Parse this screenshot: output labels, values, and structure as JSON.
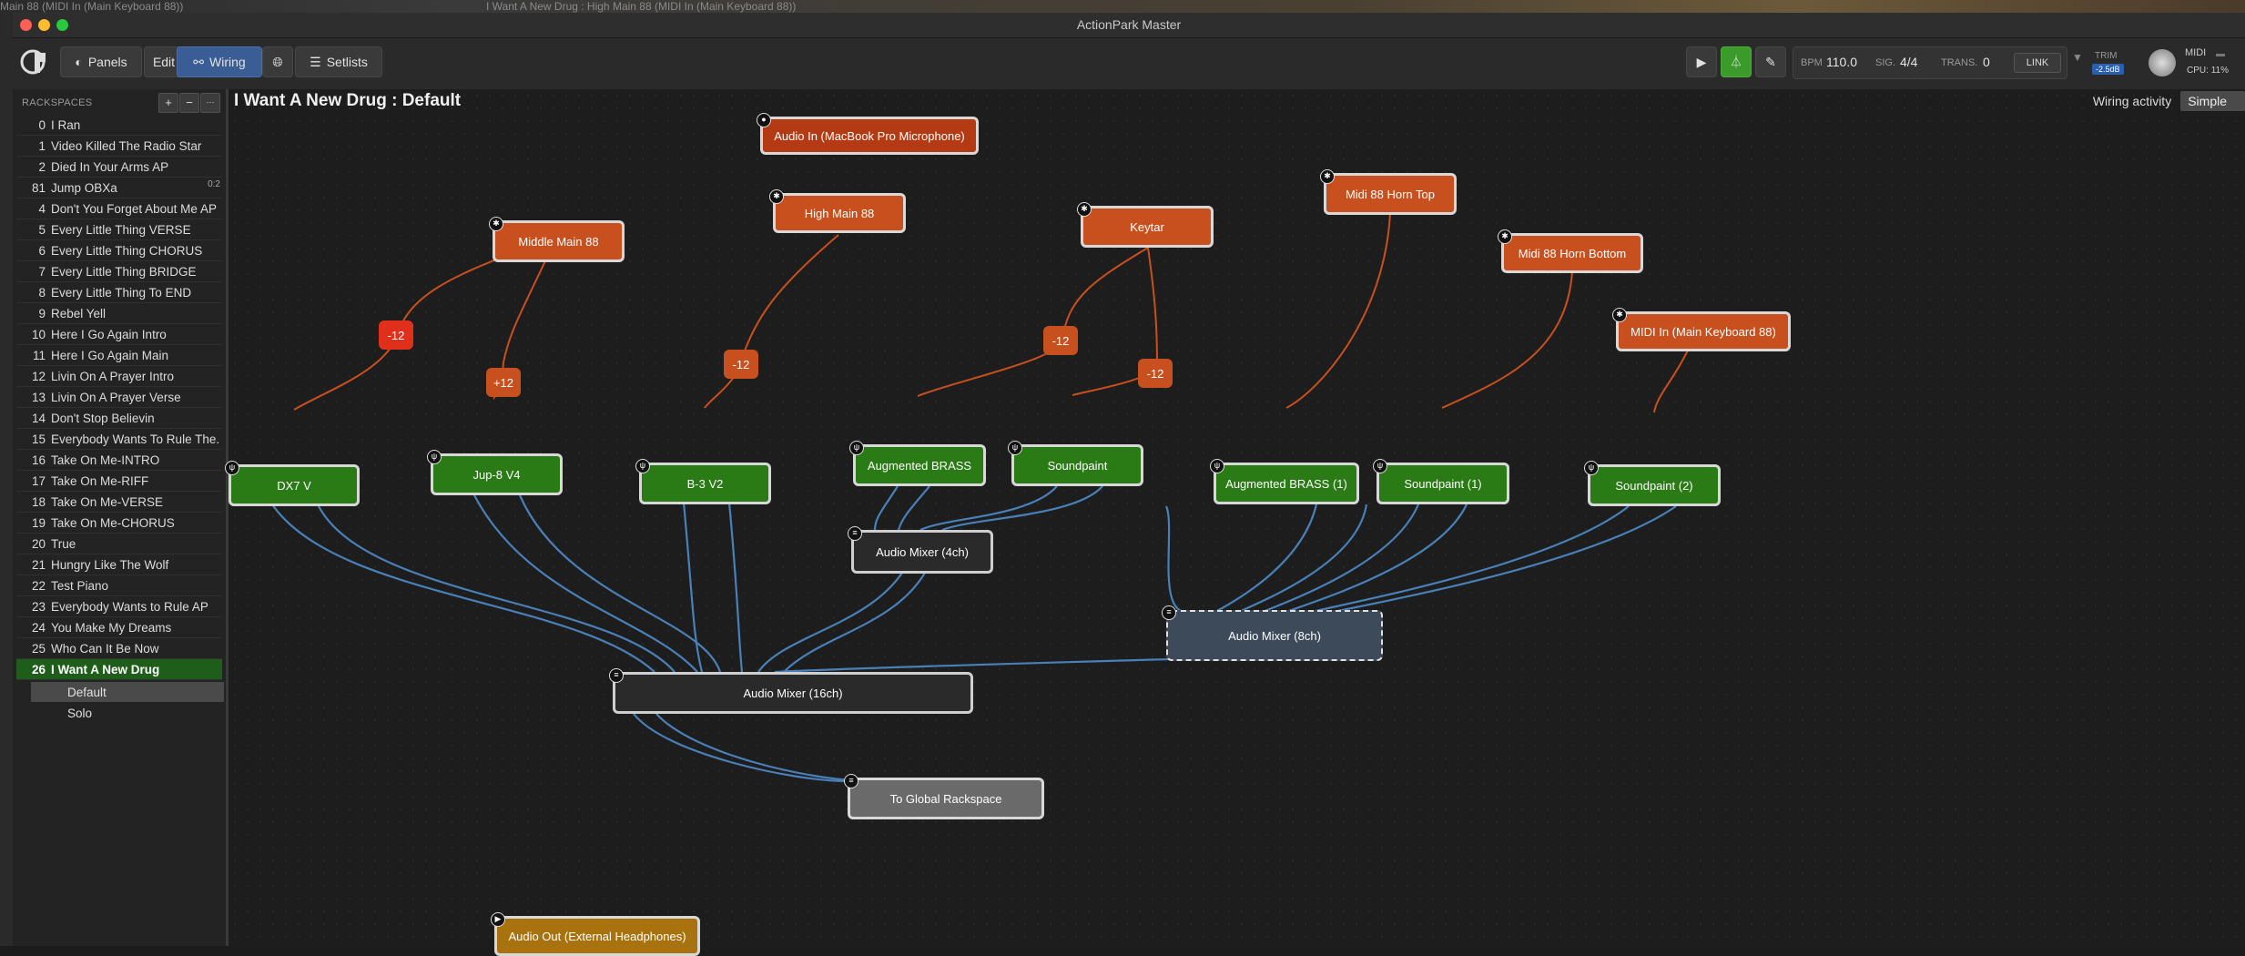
{
  "background_window": {
    "text1": "Main 88 (MIDI In (Main Keyboard 88))",
    "text2": "I Want A New Drug : High Main 88 (MIDI In (Main Keyboard 88))"
  },
  "window": {
    "title": "ActionPark Master"
  },
  "toolbar": {
    "panels": "Panels",
    "edit": "Edit",
    "wiring": "Wiring",
    "setlists": "Setlists",
    "bpm_label": "BPM",
    "bpm": "110.0",
    "sig_label": "SIG.",
    "sig": "4/4",
    "trans_label": "TRANS.",
    "trans": "0",
    "link": "LINK",
    "trim_label": "TRIM",
    "trim_value": "-2.5dB",
    "midi_label": "MIDI",
    "cpu_label": "CPU:",
    "cpu_value": "11%"
  },
  "sidebar": {
    "title": "RACKSPACES",
    "add": "+",
    "remove": "−",
    "more": "···",
    "rackspaces": [
      {
        "num": "0",
        "name": "I Ran"
      },
      {
        "num": "1",
        "name": "Video Killed The Radio Star"
      },
      {
        "num": "2",
        "name": "Died In Your Arms AP"
      },
      {
        "num": "81",
        "name": "Jump OBXa",
        "tag": "0:2"
      },
      {
        "num": "4",
        "name": "Don't You Forget About Me AP"
      },
      {
        "num": "5",
        "name": "Every Little Thing VERSE"
      },
      {
        "num": "6",
        "name": "Every Little Thing  CHORUS"
      },
      {
        "num": "7",
        "name": "Every Little Thing BRIDGE"
      },
      {
        "num": "8",
        "name": "Every Little Thing  To END"
      },
      {
        "num": "9",
        "name": "Rebel Yell"
      },
      {
        "num": "10",
        "name": "Here I Go Again Intro"
      },
      {
        "num": "11",
        "name": "Here I Go Again Main"
      },
      {
        "num": "12",
        "name": "Livin On A Prayer Intro"
      },
      {
        "num": "13",
        "name": "Livin On A Prayer Verse"
      },
      {
        "num": "14",
        "name": "Don't Stop Believin"
      },
      {
        "num": "15",
        "name": "Everybody Wants To Rule The..."
      },
      {
        "num": "16",
        "name": "Take On Me-INTRO"
      },
      {
        "num": "17",
        "name": "Take On Me-RIFF"
      },
      {
        "num": "18",
        "name": "Take On Me-VERSE"
      },
      {
        "num": "19",
        "name": "Take On Me-CHORUS"
      },
      {
        "num": "20",
        "name": "True"
      },
      {
        "num": "21",
        "name": "Hungry Like The Wolf"
      },
      {
        "num": "22",
        "name": "Test Piano"
      },
      {
        "num": "23",
        "name": "Everybody Wants to Rule AP"
      },
      {
        "num": "24",
        "name": "You Make My Dreams"
      },
      {
        "num": "25",
        "name": "Who Can It Be Now"
      },
      {
        "num": "26",
        "name": "I Want A New Drug"
      }
    ],
    "variations": [
      "Default",
      "Solo"
    ]
  },
  "canvas": {
    "title": "I Want A New Drug : Default",
    "wiring_activity_label": "Wiring activity",
    "wiring_activity_value": "Simple",
    "nodes": {
      "audio_in": "Audio In (MacBook Pro Microphone)",
      "middle_main": "Middle Main 88",
      "high_main": "High Main 88",
      "keytar": "Keytar",
      "horn_top": "Midi 88 Horn Top",
      "horn_bottom": "Midi 88 Horn Bottom",
      "midi_in_main": "MIDI In (Main Keyboard 88)",
      "dx7": "DX7 V",
      "jup8": "Jup-8 V4",
      "b3": "B-3 V2",
      "aug_brass": "Augmented BRASS",
      "soundpaint": "Soundpaint",
      "aug_brass_1": "Augmented BRASS (1)",
      "soundpaint_1": "Soundpaint (1)",
      "soundpaint_2": "Soundpaint (2)",
      "mixer4": "Audio Mixer (4ch)",
      "mixer8": "Audio Mixer (8ch)",
      "mixer16": "Audio Mixer (16ch)",
      "global": "To Global Rackspace",
      "audio_out": "Audio Out (External Headphones)"
    },
    "transpose": {
      "t1": "-12",
      "t2": "+12",
      "t3": "-12",
      "t4": "-12",
      "t5": "-12"
    }
  }
}
